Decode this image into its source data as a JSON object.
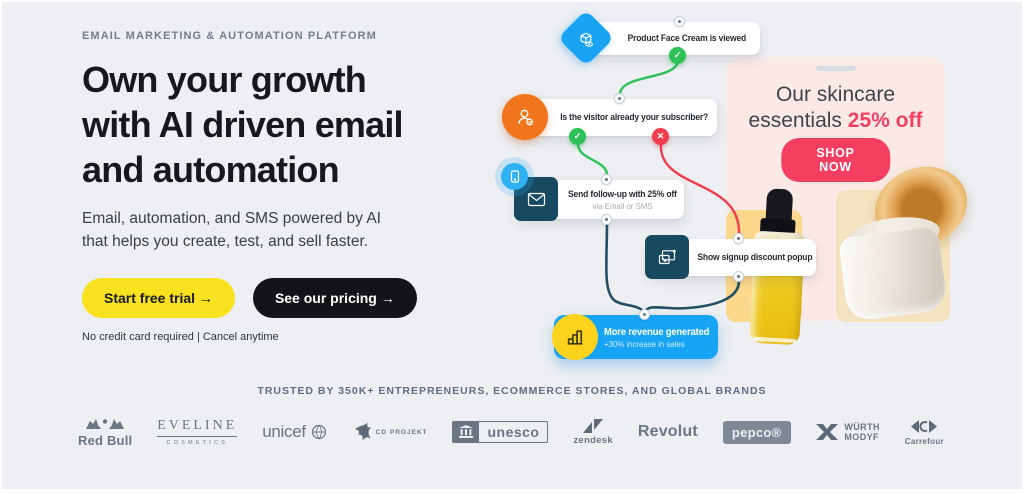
{
  "hero": {
    "eyebrow": "EMAIL MARKETING & AUTOMATION PLATFORM",
    "heading_lines": [
      "Own your growth",
      "with AI driven email",
      "and automation"
    ],
    "subheading_lines": [
      "Email, automation, and SMS powered by AI",
      "that helps you create, test, and sell faster."
    ],
    "primary_cta": "Start free trial →",
    "secondary_cta": "See our pricing →",
    "disclaimer": "No credit card required | Cancel anytime"
  },
  "flow": {
    "nodes": [
      {
        "id": "product-viewed",
        "label": "Product Face Cream is viewed"
      },
      {
        "id": "subscriber-question",
        "label": "Is the visitor already your subscriber?"
      },
      {
        "id": "send-followup",
        "label": "Send follow-up with 25% off",
        "sublabel": "via Email or SMS"
      },
      {
        "id": "signup-popup",
        "label": "Show signup discount popup"
      },
      {
        "id": "revenue",
        "label": "More revenue generated",
        "sublabel": "+30% increase in sales"
      }
    ]
  },
  "promo": {
    "title_line1": "Our skincare",
    "title_line2_prefix": "essentials ",
    "title_discount": "25% off",
    "cta": "SHOP NOW"
  },
  "trust": {
    "caption": "TRUSTED BY 350K+ ENTREPRENEURS, ECOMMERCE STORES, AND GLOBAL BRANDS",
    "logos": {
      "redbull": "Red Bull",
      "eveline_name": "EVELINE",
      "eveline_sub": "COSMETICS",
      "unicef": "unicef",
      "cdprojekt": "CD PROJEKT",
      "unesco": "unesco",
      "zendesk": "zendesk",
      "revolut": "Revolut",
      "pepco": "pepco®",
      "wurth_line1": "WÜRTH",
      "wurth_line2": "MODYF",
      "carrefour": "Carrefour"
    }
  },
  "colors": {
    "background": "#edeff2",
    "cta_yellow": "#f8e11e",
    "cta_black": "#131417",
    "accent_pink": "#f53f61",
    "flow_blue": "#18a4f3",
    "flow_orange": "#f0751c",
    "flow_teal": "#174a60",
    "flow_green": "#2cc257",
    "flow_red": "#f23d4f",
    "badge_blue": "#18a4f5",
    "badge_yellow": "#fcd21d",
    "panel_pink": "#fbe9e6"
  }
}
